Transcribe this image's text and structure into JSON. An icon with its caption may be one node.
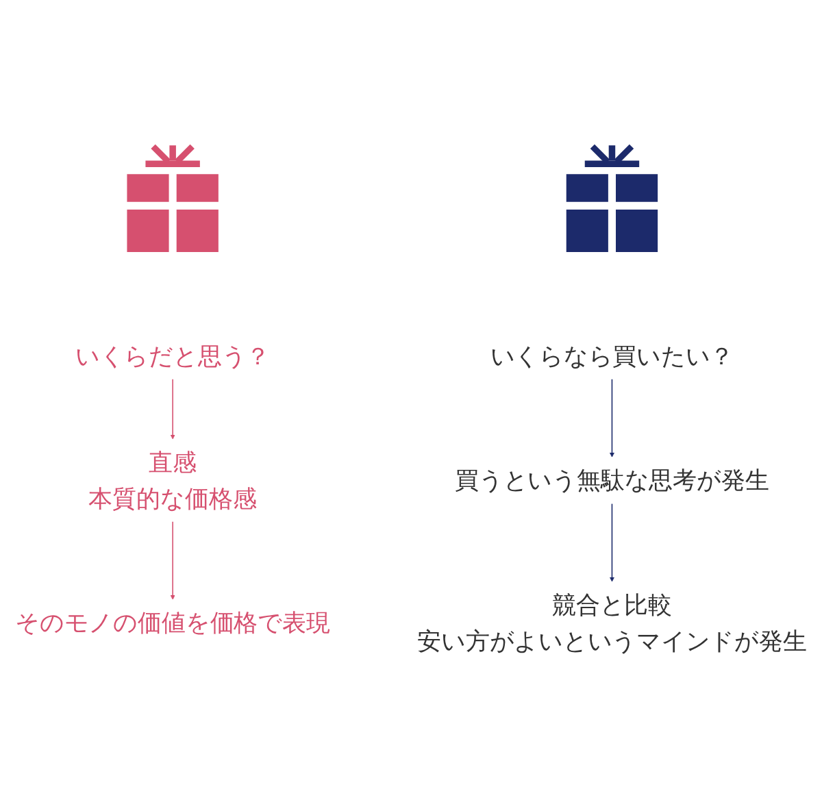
{
  "diagram": {
    "nodes": [
      {
        "text": [],
        "shape": "gift"
      },
      {
        "text": [
          "いくらだと思う？"
        ]
      },
      {
        "text": [
          "直感",
          "本質的な価格感"
        ]
      },
      {
        "text": [
          "そのモノの価値を価格で表現"
        ]
      },
      {
        "text": [],
        "shape": "gift"
      },
      {
        "text": [
          "いくらなら買いたい？"
        ]
      },
      {
        "text": [
          "買うという無駄な思考が発生"
        ]
      },
      {
        "text": [
          "競合と比較",
          "安い方がよいというマインドが発生"
        ]
      }
    ],
    "edges": [
      {
        "from": 1,
        "to": 2,
        "arrow": "to",
        "color": "#d6506f"
      },
      {
        "from": 2,
        "to": 3,
        "arrow": "to",
        "color": "#d6506f"
      },
      {
        "from": 5,
        "to": 6,
        "arrow": "to",
        "color": "#1c2a6b"
      },
      {
        "from": 6,
        "to": 7,
        "arrow": "to",
        "color": "#1c2a6b"
      }
    ]
  }
}
